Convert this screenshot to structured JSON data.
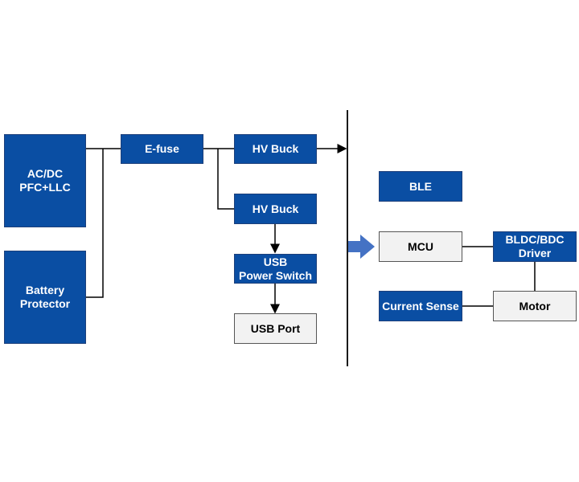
{
  "colors": {
    "block_blue": "#0a4ea3",
    "block_gray": "#f2f2f2",
    "line": "#000000",
    "arrow": "#4472c4"
  },
  "blocks": {
    "acdc": "AC/DC\nPFC+LLC",
    "battery": "Battery\nProtector",
    "efuse": "E-fuse",
    "hvbuck1": "HV Buck",
    "hvbuck2": "HV Buck",
    "usb_switch": "USB\nPower Switch",
    "usb_port": "USB Port",
    "ble": "BLE",
    "mcu": "MCU",
    "driver": "BLDC/BDC\nDriver",
    "current_sense": "Current Sense",
    "motor": "Motor"
  }
}
